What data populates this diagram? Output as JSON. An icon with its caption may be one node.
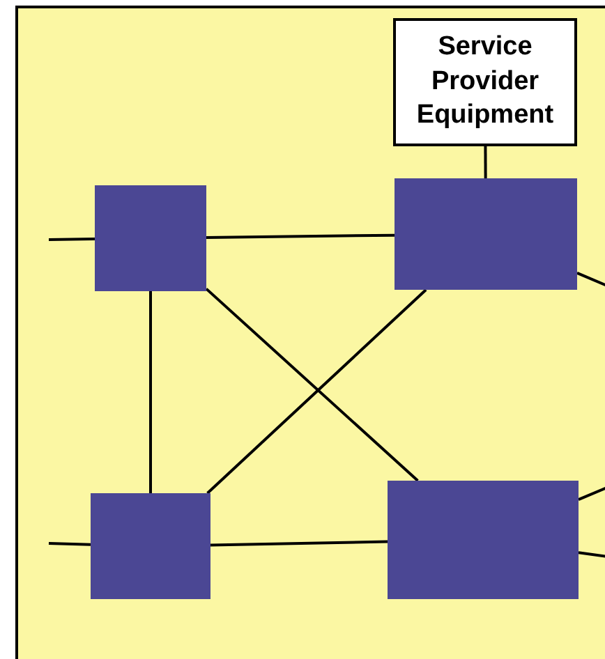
{
  "diagram": {
    "nodes": [
      {
        "text": [
          "Service Provider Equipment"
        ]
      },
      {
        "text": [],
        "shape": "box"
      },
      {
        "text": [],
        "shape": "box"
      },
      {
        "text": [],
        "shape": "box"
      },
      {
        "text": [],
        "shape": "box"
      }
    ],
    "edges": [
      {
        "from": 0,
        "to": 2,
        "arrow": "none"
      },
      {
        "from": 1,
        "to": 2,
        "arrow": "none"
      },
      {
        "from": 1,
        "to": 3,
        "arrow": "none"
      },
      {
        "from": 1,
        "to": 4,
        "arrow": "none"
      },
      {
        "from": 3,
        "to": 2,
        "arrow": "none"
      },
      {
        "from": 3,
        "to": 4,
        "arrow": "none"
      },
      {
        "from": null,
        "to": 1,
        "arrow": "none"
      },
      {
        "from": null,
        "to": 3,
        "arrow": "none"
      },
      {
        "from": 2,
        "to": null,
        "arrow": "none"
      },
      {
        "from": 4,
        "to": null,
        "arrow": "none"
      },
      {
        "from": 4,
        "to": null,
        "arrow": "none"
      }
    ]
  }
}
